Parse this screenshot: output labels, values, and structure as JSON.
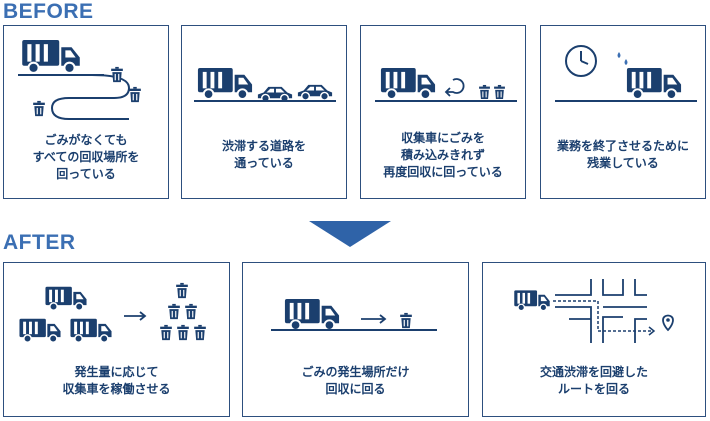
{
  "before": {
    "heading": "BEFORE",
    "cards": [
      {
        "caption": "ごみがなくても\nすべての回収場所を\n回っている"
      },
      {
        "caption": "渋滞する道路を\n通っている"
      },
      {
        "caption": "収集車にごみを\n積み込みきれず\n再度回収に回っている"
      },
      {
        "caption": "業務を終了させるために\n残業している"
      }
    ]
  },
  "after": {
    "heading": "AFTER",
    "cards": [
      {
        "caption": "発生量に応じて\n収集車を稼働させる"
      },
      {
        "caption": "ごみの発生場所だけ\n回収に回る"
      },
      {
        "caption": "交通渋滞を回避した\nルートを回る"
      }
    ]
  },
  "colors": {
    "navy": "#1b3f6e",
    "accent": "#3b6fb3",
    "arrow": "#2f63a8"
  }
}
